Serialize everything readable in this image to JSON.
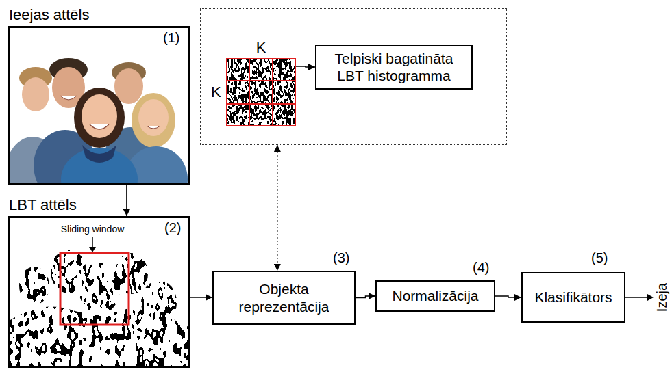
{
  "diagram": {
    "nodes": [
      {
        "text": [
          "Ieejas attēls"
        ]
      },
      {
        "text": []
      },
      {
        "text": [
          "K",
          "K"
        ],
        "in": 1
      },
      {
        "text": [
          "Telpiski bagatināta LBT histogramma"
        ],
        "in": 1
      },
      {
        "text": [
          "LBT attēls"
        ]
      },
      {
        "text": [
          "Objekta reprezentācija"
        ]
      },
      {
        "text": [
          "Normalizācija"
        ]
      },
      {
        "text": [
          "Klasifikātors"
        ]
      }
    ],
    "edges": [
      {
        "from": 0,
        "to": 4,
        "arrow": "to"
      },
      {
        "from": 2,
        "to": 3,
        "arrow": "to"
      },
      {
        "from": 1,
        "to": 5,
        "arrow": "both"
      },
      {
        "from": 4,
        "to": 5,
        "arrow": "to"
      },
      {
        "from": 5,
        "to": 6,
        "arrow": "to"
      },
      {
        "from": 6,
        "to": 7,
        "arrow": "to"
      }
    ],
    "labels": [
      "(1)",
      "(2)",
      "Sliding window",
      "(3)",
      "(4)",
      "(5)",
      "Izeja"
    ]
  }
}
